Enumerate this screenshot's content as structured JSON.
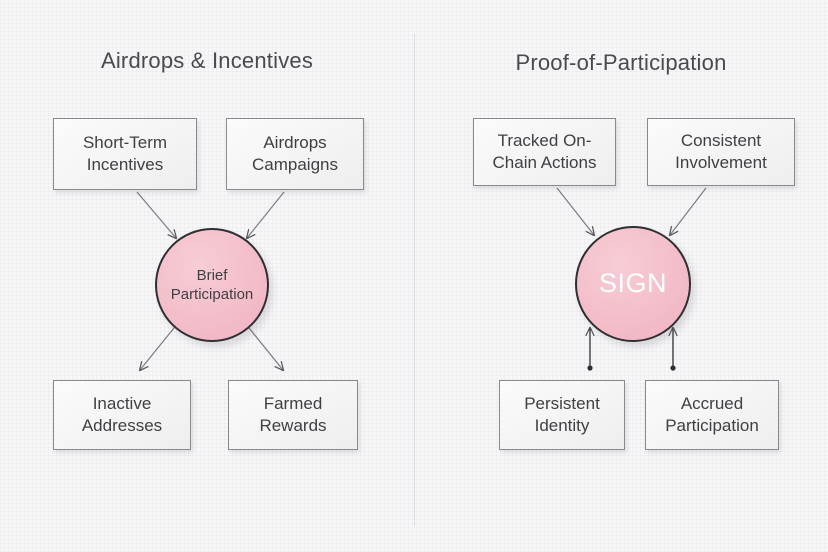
{
  "meta": {
    "background_color": "#f7f7f8",
    "accent_pink": "#f3bdc9",
    "node_border_color": "#8a8a8e",
    "circle_border_color": "#2f2f33",
    "text_color": "#3f3f44",
    "title_color": "#4a4a4e"
  },
  "panels": [
    {
      "id": "left",
      "title": "Airdrops & Incentives",
      "hub": {
        "label": "Brief Participation",
        "line1": "Brief",
        "line2": "Participation",
        "emphasis": false
      },
      "top_nodes": [
        {
          "line1": "Short-Term",
          "line2": "Incentives"
        },
        {
          "line1": "Airdrops",
          "line2": "Campaigns"
        }
      ],
      "bottom_nodes": [
        {
          "line1": "Inactive",
          "line2": "Addresses"
        },
        {
          "line1": "Farmed",
          "line2": "Rewards"
        }
      ],
      "flow_direction_top": "into-hub",
      "flow_direction_bottom": "out-of-hub"
    },
    {
      "id": "right",
      "title": "Proof-of-Participation",
      "hub": {
        "label": "SIGN",
        "line1": "SIGN",
        "line2": "",
        "emphasis": true
      },
      "top_nodes": [
        {
          "line1": "Tracked On-",
          "line2": "Chain Actions"
        },
        {
          "line1": "Consistent",
          "line2": "Involvement"
        }
      ],
      "bottom_nodes": [
        {
          "line1": "Persistent",
          "line2": "Identity"
        },
        {
          "line1": "Accrued",
          "line2": "Participation"
        }
      ],
      "flow_direction_top": "into-hub",
      "flow_direction_bottom": "into-hub"
    }
  ]
}
